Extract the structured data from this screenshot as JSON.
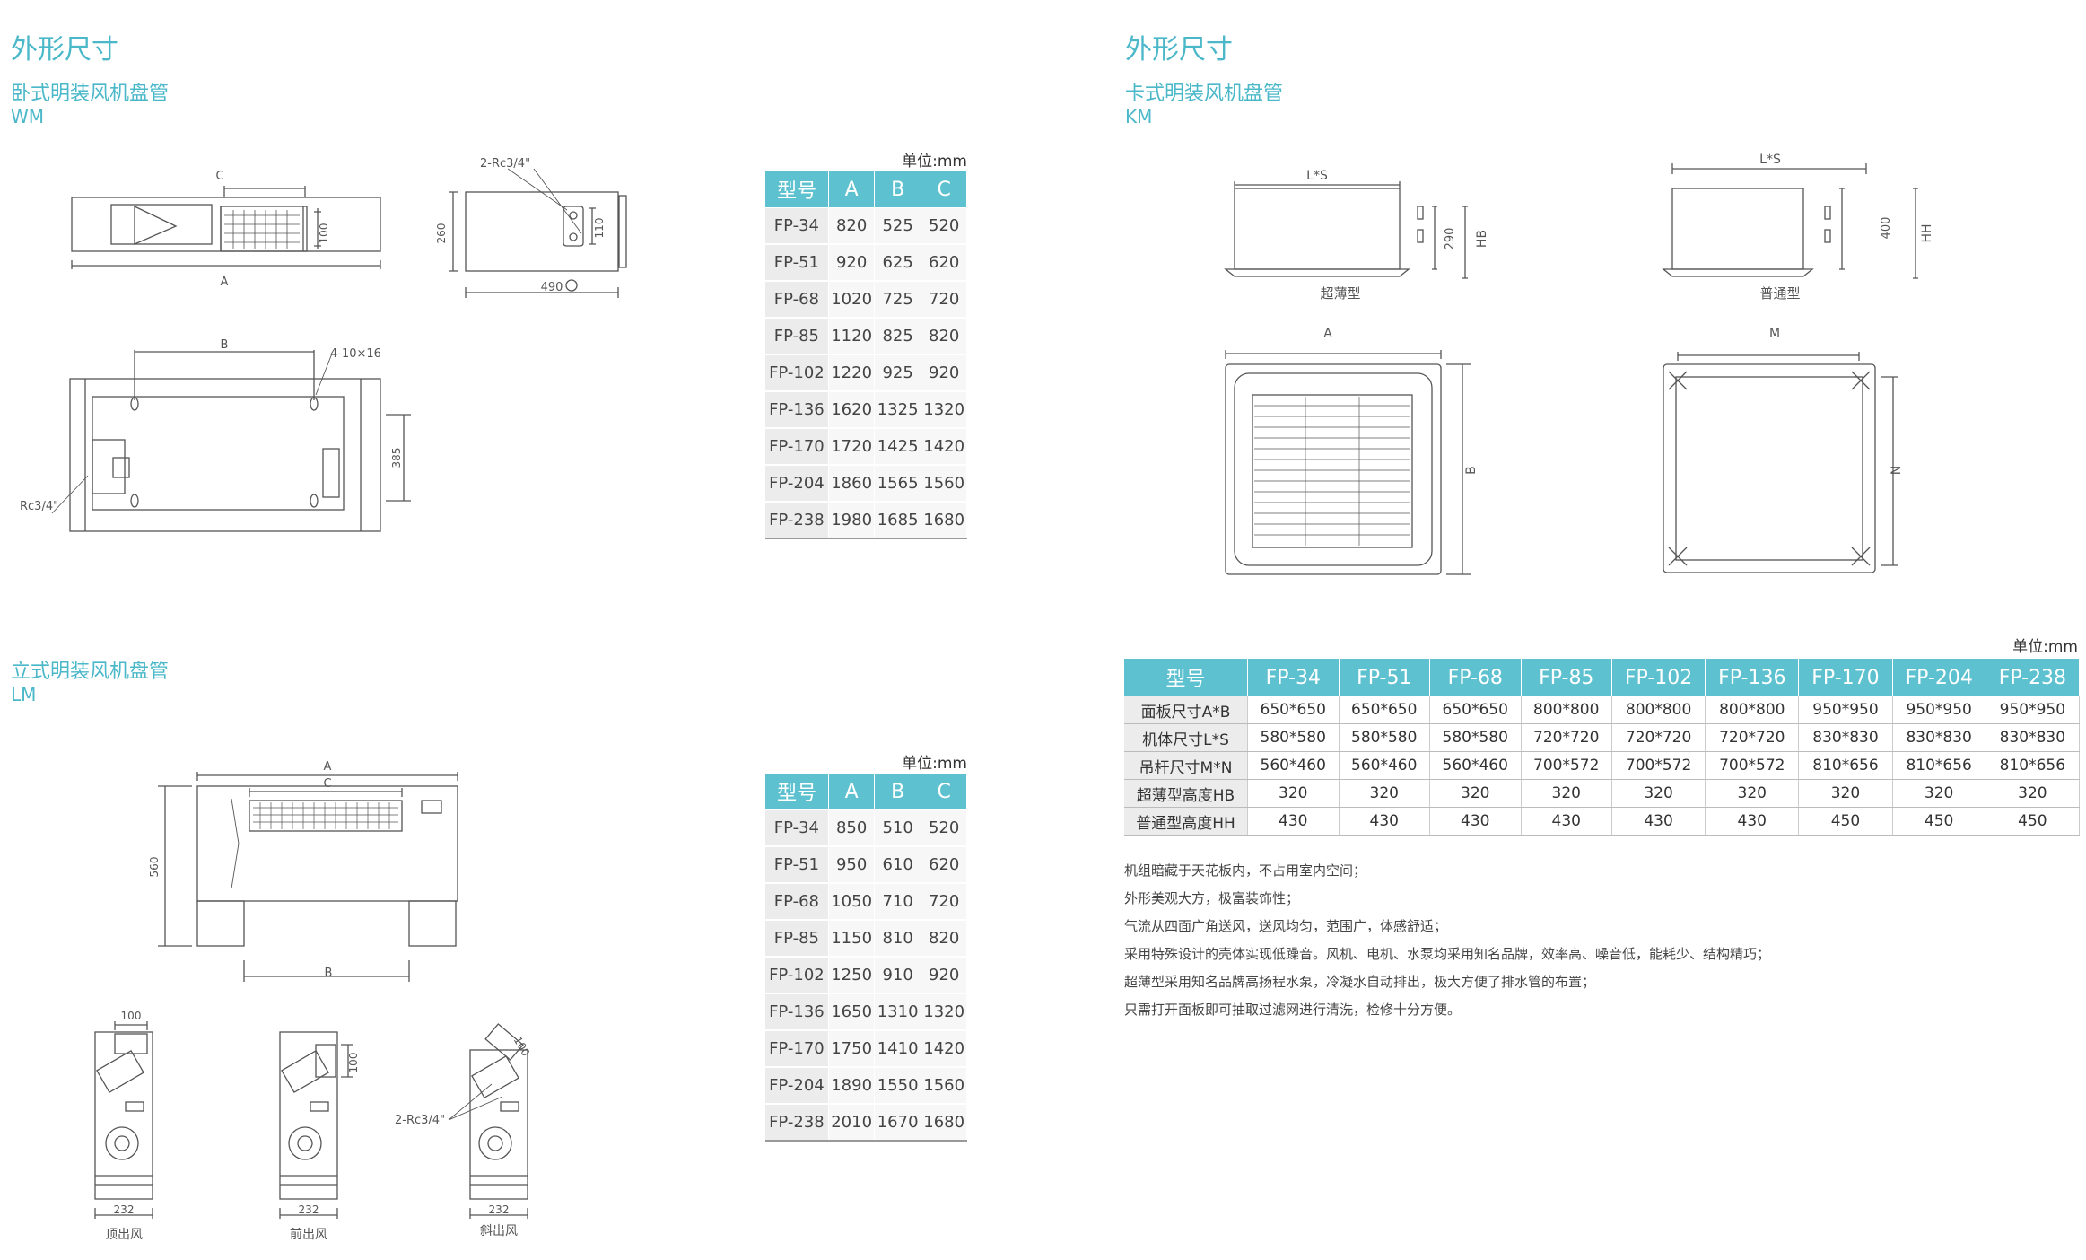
{
  "left": {
    "title": "外形尺寸",
    "wm": {
      "name": "卧式明装风机盘管",
      "code": "WM",
      "unit": "单位:mm",
      "headers": [
        "型号",
        "A",
        "B",
        "C"
      ],
      "rows": [
        [
          "FP-34",
          "820",
          "525",
          "520"
        ],
        [
          "FP-51",
          "920",
          "625",
          "620"
        ],
        [
          "FP-68",
          "1020",
          "725",
          "720"
        ],
        [
          "FP-85",
          "1120",
          "825",
          "820"
        ],
        [
          "FP-102",
          "1220",
          "925",
          "920"
        ],
        [
          "FP-136",
          "1620",
          "1325",
          "1320"
        ],
        [
          "FP-170",
          "1720",
          "1425",
          "1420"
        ],
        [
          "FP-204",
          "1860",
          "1565",
          "1560"
        ],
        [
          "FP-238",
          "1980",
          "1685",
          "1680"
        ]
      ],
      "drawing_labels": {
        "c": "C",
        "a": "A",
        "dim100": "100",
        "pipe": "2-Rc3/4\"",
        "dim260": "260",
        "dim110": "110",
        "dim490": "490",
        "b": "B",
        "holes": "4-10×16",
        "dim385": "385",
        "drain": "Rc3/4\""
      }
    },
    "lm": {
      "name": "立式明装风机盘管",
      "code": "LM",
      "unit": "单位:mm",
      "headers": [
        "型号",
        "A",
        "B",
        "C"
      ],
      "rows": [
        [
          "FP-34",
          "850",
          "510",
          "520"
        ],
        [
          "FP-51",
          "950",
          "610",
          "620"
        ],
        [
          "FP-68",
          "1050",
          "710",
          "720"
        ],
        [
          "FP-85",
          "1150",
          "810",
          "820"
        ],
        [
          "FP-102",
          "1250",
          "910",
          "920"
        ],
        [
          "FP-136",
          "1650",
          "1310",
          "1320"
        ],
        [
          "FP-170",
          "1750",
          "1410",
          "1420"
        ],
        [
          "FP-204",
          "1890",
          "1550",
          "1560"
        ],
        [
          "FP-238",
          "2010",
          "1670",
          "1680"
        ]
      ],
      "drawing_labels": {
        "a": "A",
        "c": "C",
        "dim560": "560",
        "b": "B",
        "dim100a": "100",
        "dim100b": "100",
        "dim100c": "100",
        "pipe": "2-Rc3/4\"",
        "w1": "232",
        "w2": "232",
        "w3": "232",
        "top_outlet": "顶出风",
        "front_outlet": "前出风",
        "oblique_outlet": "斜出风"
      }
    }
  },
  "right": {
    "title": "外形尺寸",
    "km": {
      "name": "卡式明装风机盘管",
      "code": "KM",
      "unit": "单位:mm",
      "headers": [
        "型号",
        "FP-34",
        "FP-51",
        "FP-68",
        "FP-85",
        "FP-102",
        "FP-136",
        "FP-170",
        "FP-204",
        "FP-238"
      ],
      "rows": [
        {
          "label": "面板尺寸A*B",
          "values": [
            "650*650",
            "650*650",
            "650*650",
            "800*800",
            "800*800",
            "800*800",
            "950*950",
            "950*950",
            "950*950"
          ]
        },
        {
          "label": "机体尺寸L*S",
          "values": [
            "580*580",
            "580*580",
            "580*580",
            "720*720",
            "720*720",
            "720*720",
            "830*830",
            "830*830",
            "830*830"
          ]
        },
        {
          "label": "吊杆尺寸M*N",
          "values": [
            "560*460",
            "560*460",
            "560*460",
            "700*572",
            "700*572",
            "700*572",
            "810*656",
            "810*656",
            "810*656"
          ]
        },
        {
          "label": "超薄型高度HB",
          "values": [
            "320",
            "320",
            "320",
            "320",
            "320",
            "320",
            "320",
            "320",
            "320"
          ]
        },
        {
          "label": "普通型高度HH",
          "values": [
            "430",
            "430",
            "430",
            "430",
            "430",
            "430",
            "450",
            "450",
            "450"
          ]
        }
      ],
      "drawing_labels": {
        "ls1": "L*S",
        "dim290": "290",
        "hb": "HB",
        "slim": "超薄型",
        "ls2": "L*S",
        "dim400": "400",
        "hh": "HH",
        "normal": "普通型",
        "a": "A",
        "b": "B",
        "m": "M",
        "n": "N"
      },
      "features": [
        "机组暗藏于天花板内，不占用室内空间；",
        "外形美观大方，极富装饰性；",
        "气流从四面广角送风，送风均匀，范围广，体感舒适；",
        "采用特殊设计的壳体实现低躁音。风机、电机、水泵均采用知名品牌，效率高、噪音低，能耗少、结构精巧；",
        "超薄型采用知名品牌高扬程水泵，冷凝水自动排出，极大方便了排水管的布置；",
        "只需打开面板即可抽取过滤网进行清洗，检修十分方便。"
      ]
    }
  },
  "colors": {
    "accent": "#4bb8c9",
    "table_header": "#5ec1cf",
    "line": "#555555"
  }
}
